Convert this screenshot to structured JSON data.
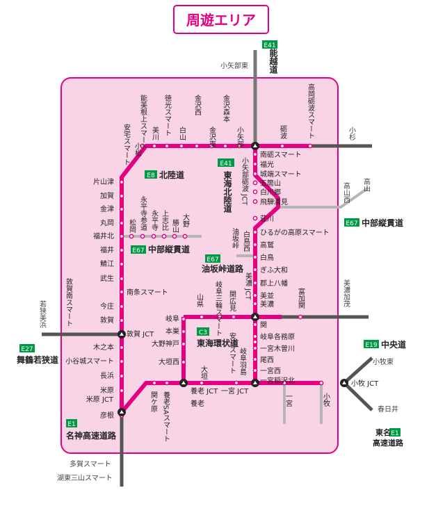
{
  "title": "周遊エリア",
  "colors": {
    "route": "#e4007f",
    "area_fill": "#f9d3e6",
    "area_border": "#e4007f",
    "outer_line": "#555555",
    "outer_line_light": "#9a9a9a",
    "badge_green": "#009a44"
  },
  "expressways": [
    {
      "id": "noetsu",
      "code": "E41",
      "name": "能越道",
      "vertical": true
    },
    {
      "id": "tokai-hokuriku",
      "code": "E41",
      "name": "東海北陸道",
      "vertical": true
    },
    {
      "id": "hokuriku",
      "code": "E8",
      "name": "北陸道"
    },
    {
      "id": "chubu-jukan-1",
      "code": "E67",
      "name": "中部縦貫道"
    },
    {
      "id": "chubu-jukan-2",
      "code": "E67",
      "name": "中部縦貫道"
    },
    {
      "id": "aburasaka",
      "code": "E67",
      "name": "油坂峠道路"
    },
    {
      "id": "tokai-kanjo",
      "code": "C3",
      "name": "東海環状道"
    },
    {
      "id": "maizuru",
      "code": "E27",
      "name": "舞鶴若狭道"
    },
    {
      "id": "chuo",
      "code": "E19",
      "name": "中央道"
    },
    {
      "id": "meishin",
      "code": "E1",
      "name": "名神高速道路"
    },
    {
      "id": "tomei",
      "code": "E1",
      "name": "東名高速道路"
    }
  ],
  "labels": {
    "top": [
      "能美根上スマート",
      "美川",
      "徳光スマート",
      "白山",
      "金沢西",
      "金沢東",
      "金沢森本",
      "小矢部",
      "砺波",
      "高岡砺波スマート"
    ],
    "top_left": [
      "安宅スマート",
      "小松"
    ],
    "outside": [
      "小矢部東",
      "小杉",
      "高山",
      "高山西",
      "美濃加茂",
      "若狭美浜",
      "小牧東",
      "春日井",
      "多賀スマート",
      "湖東三山スマート"
    ],
    "left": [
      "片山津",
      "加賀",
      "金津",
      "丸岡",
      "福井北",
      "福井",
      "鯖江",
      "武生",
      "敦賀南スマート",
      "今庄",
      "敦賀",
      "敦賀 JCT",
      "木之本",
      "小谷城スマート",
      "長浜",
      "米原",
      "米原 JCT",
      "彦根"
    ],
    "chubu_stations": [
      "永平寺参道",
      "松岡",
      "永平寺",
      "上志比",
      "勝山",
      "大野"
    ],
    "tokai_hokuriku": [
      "小矢部砺波 JCT",
      "南砺スマート",
      "福光",
      "城端スマート",
      "五箇山",
      "白川郷",
      "飛騨清見",
      "荘川",
      "ひるがの高原スマート",
      "高鷲",
      "白鳥",
      "ぎふ大和",
      "郡上八幡",
      "美並",
      "美濃",
      "美濃 JCT"
    ],
    "aburasaka": [
      "白鳥西",
      "油坂峠"
    ],
    "middle_vertical": [
      "南条スマート"
    ],
    "middle_row": [
      "山県",
      "岐阜三輪スマート",
      "関広見",
      "富加関"
    ],
    "tokai_loop": [
      "岐阜",
      "本巣",
      "大野神戸",
      "大垣西",
      "大垣",
      "安八スマート",
      "岐阜羽島"
    ],
    "right": [
      "関",
      "岐阜各務原",
      "一宮木曽川",
      "尾西",
      "一宮西",
      "一宮稲沢北",
      "小牧 JCT"
    ],
    "bottom": [
      "関ケ原",
      "養老SAスマート",
      "養老 JCT",
      "養老",
      "一宮 JCT",
      "一宮",
      "小牧"
    ]
  }
}
